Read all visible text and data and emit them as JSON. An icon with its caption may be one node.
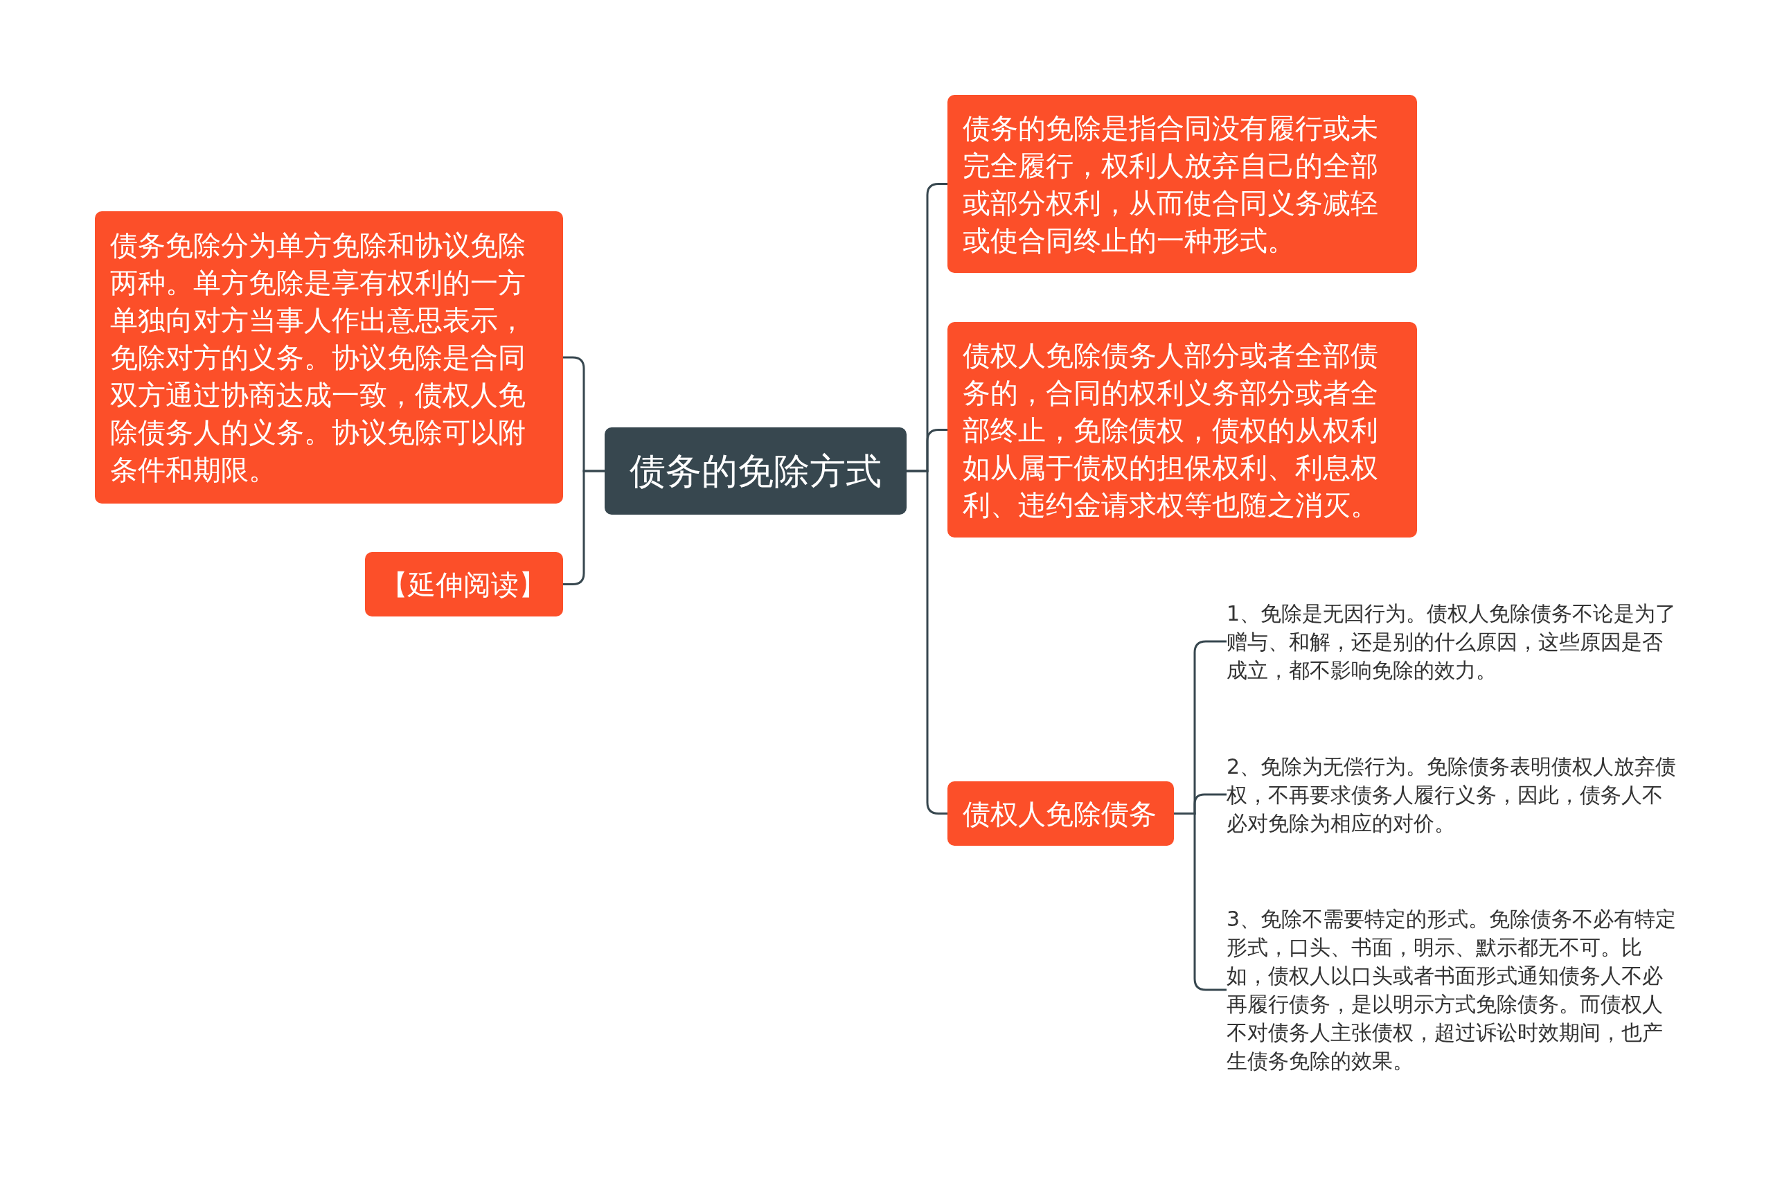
{
  "diagram": {
    "nodes": [
      {
        "text": [
          "债务的免除方式"
        ]
      },
      {
        "text": [
          "债务免除分为单方免除和协议免除两种。单方免除是享有权利的一方单独向对方当事人作出意思表示，免除对方的义务。协议免除是合同双方通过协商达成一致，债权人免除债务人的义务。协议免除可以附条件和期限。"
        ]
      },
      {
        "text": [
          "【延伸阅读】"
        ]
      },
      {
        "text": [
          "债务的免除是指合同没有履行或未完全履行，权利人放弃自己的全部或部分权利，从而使合同义务减轻或使合同终止的一种形式。"
        ]
      },
      {
        "text": [
          "债权人免除债务人部分或者全部债务的，合同的权利义务部分或者全部终止，免除债权，债权的从权利如从属于债权的担保权利、利息权利、违约金请求权等也随之消灭。"
        ]
      },
      {
        "text": [
          "债权人免除债务"
        ]
      },
      {
        "text": [
          "1、免除是无因行为。债权人免除债务不论是为了赠与、和解，还是别的什么原因，这些原因是否成立，都不影响免除的效力。"
        ]
      },
      {
        "text": [
          "2、免除为无偿行为。免除债务表明债权人放弃债权，不再要求债务人履行义务，因此，债务人不必对免除为相应的对价。"
        ]
      },
      {
        "text": [
          "3、免除不需要特定的形式。免除债务不必有特定形式，口头、书面，明示、默示都无不可。比如，债权人以口头或者书面形式通知债务人不必再履行债务，是以明示方式免除债务。而债权人不对债务人主张债权，超过诉讼时效期间，也产生债务免除的效果。"
        ]
      }
    ],
    "edges": [
      {
        "from": 0,
        "to": 1,
        "arrow": "none"
      },
      {
        "from": 0,
        "to": 2,
        "arrow": "none"
      },
      {
        "from": 0,
        "to": 3,
        "arrow": "none"
      },
      {
        "from": 0,
        "to": 4,
        "arrow": "none"
      },
      {
        "from": 0,
        "to": 5,
        "arrow": "none"
      },
      {
        "from": 5,
        "to": 6,
        "arrow": "none"
      },
      {
        "from": 5,
        "to": 7,
        "arrow": "none"
      },
      {
        "from": 5,
        "to": 8,
        "arrow": "none"
      }
    ]
  }
}
